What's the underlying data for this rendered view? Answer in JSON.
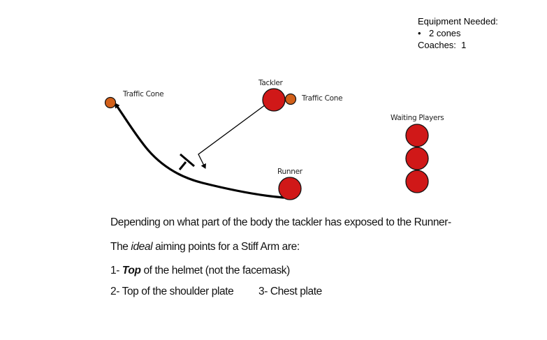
{
  "equipment": {
    "heading": "Equipment Needed:",
    "bullet_glyph": "•",
    "items": [
      "2 cones"
    ],
    "coaches_label": "Coaches:",
    "coaches_count": "1"
  },
  "diagram": {
    "labels": {
      "traffic_cone_left": "Traffic Cone",
      "tackler": "Tackler",
      "traffic_cone_right": "Traffic Cone",
      "waiting_players": "Waiting Players",
      "runner": "Runner"
    },
    "waiting_player_count": 3,
    "colors": {
      "player_fill": "#d01818",
      "cone_fill": "#d2601a",
      "outline": "#111111",
      "path": "#000000"
    }
  },
  "notes": {
    "line1": "Depending on what part of the body the tackler has exposed to the Runner-",
    "line2_pre": "The ",
    "line2_em": "ideal",
    "line2_post": " aiming points for a Stiff Arm are:",
    "line3_pre": "1- ",
    "line3_bold": "Top",
    "line3_post": " of the helmet (not the facemask)",
    "line4_a": "2- Top of the shoulder plate",
    "line4_b": "3- Chest plate"
  }
}
